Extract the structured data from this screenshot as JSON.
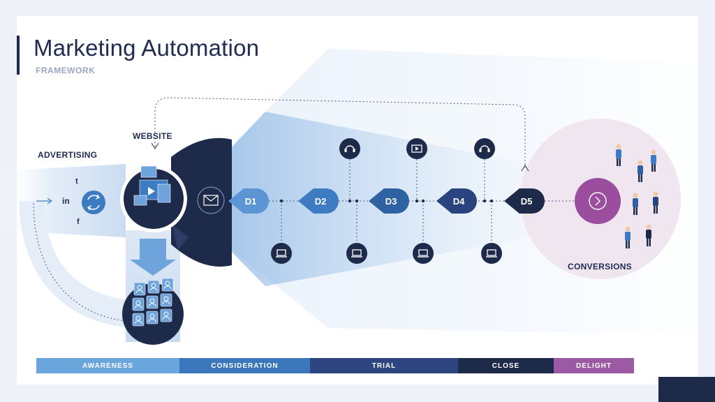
{
  "header": {
    "title": "Marketing Automation",
    "subtitle": "FRAMEWORK"
  },
  "labels": {
    "advertising": "ADVERTISING",
    "website": "WEBSITE",
    "conversions": "CONVERSIONS"
  },
  "social": {
    "twitter": "t",
    "linkedin": "in",
    "facebook": "f"
  },
  "drips": [
    {
      "label": "D1",
      "color": "#5b95d4"
    },
    {
      "label": "D2",
      "color": "#3d7cc2"
    },
    {
      "label": "D3",
      "color": "#2f62a3"
    },
    {
      "label": "D4",
      "color": "#2a4480"
    },
    {
      "label": "D5",
      "color": "#1e2a4a"
    }
  ],
  "touchpoints": {
    "top": [
      "headset-icon",
      "video-icon",
      "headset-icon"
    ],
    "bottom": [
      "laptop-icon",
      "laptop-icon",
      "laptop-icon",
      "laptop-icon"
    ]
  },
  "stages": [
    {
      "label": "AWARENESS",
      "color": "#6aa6dc"
    },
    {
      "label": "CONSIDERATION",
      "color": "#3a78bb"
    },
    {
      "label": "TRIAL",
      "color": "#2d4680"
    },
    {
      "label": "CLOSE",
      "color": "#1e2a4a"
    },
    {
      "label": "DELIGHT",
      "color": "#9b5aa3"
    }
  ],
  "colors": {
    "navy": "#1e2a4a",
    "blue": "#3d7cc2",
    "light_blue": "#6aa6dc",
    "purple": "#9b4d9e",
    "conversion_bg": "#efe6f0"
  }
}
